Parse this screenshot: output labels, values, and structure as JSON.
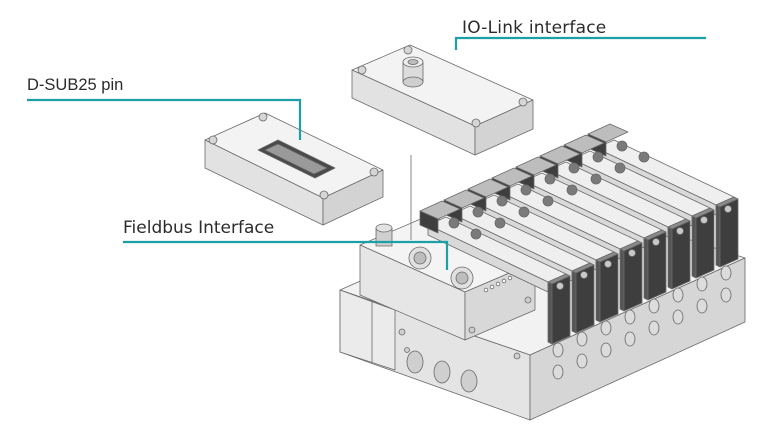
{
  "diagram": {
    "type": "exploded-product-illustration",
    "subject": "pneumatic valve manifold with interchangeable communication modules",
    "callouts": [
      {
        "id": "iolink",
        "label": "IO-Link  interface",
        "target": "top cover module with round connector"
      },
      {
        "id": "dsub",
        "label": "D-SUB25 pin",
        "target": "cover module with D-SUB 25-pin connector"
      },
      {
        "id": "fieldbus",
        "label": "Fieldbus Interface",
        "target": "bus module with M12 connectors on manifold"
      }
    ],
    "valve_count": 8,
    "colors": {
      "leader_line": "#1e9ea6",
      "label_text": "#2b2b2b",
      "body_light": "#efefef",
      "body_side": "#d9d9d9",
      "body_dark": "#bdbdbd",
      "coil_dark": "#3e3e3e",
      "outline": "#6a6a6a"
    }
  }
}
